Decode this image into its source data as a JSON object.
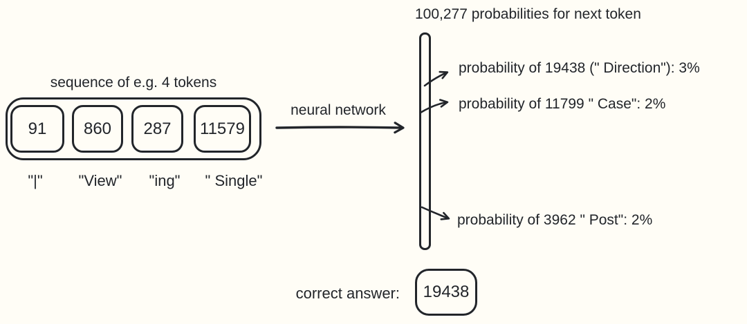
{
  "colors": {
    "ink": "#22252a",
    "background": "#fffdf6"
  },
  "input": {
    "title": "sequence of e.g. 4 tokens",
    "tokens": [
      {
        "id": "91",
        "text": "\"|\""
      },
      {
        "id": "860",
        "text": "\"View\""
      },
      {
        "id": "287",
        "text": "\"ing\""
      },
      {
        "id": "11579",
        "text": "\" Single\""
      }
    ]
  },
  "network": {
    "label": "neural network"
  },
  "output": {
    "title": "100,277 probabilities for next token",
    "probabilities": [
      "probability of 19438 (\" Direction\"): 3%",
      "probability of 11799 \" Case\": 2%",
      "probability of 3962 \" Post\": 2%"
    ]
  },
  "answer": {
    "label": "correct answer:",
    "value": "19438"
  }
}
